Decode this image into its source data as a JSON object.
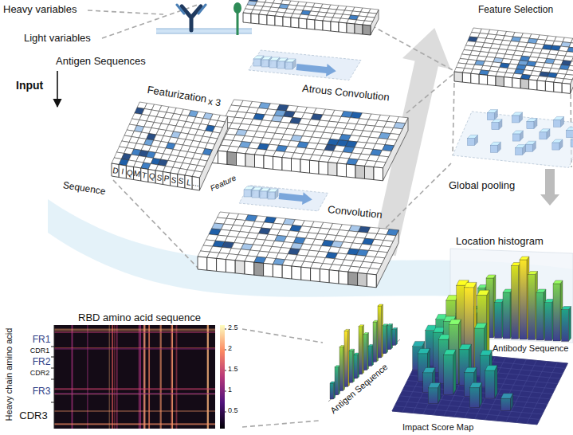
{
  "diagram": {
    "labels": [
      "Heavy variables",
      "Light variables",
      "Antigen Sequences",
      "Input",
      "Featurization",
      "x 3",
      "D",
      "I",
      "Q",
      "M",
      "T",
      "Q",
      "S",
      "P",
      "S",
      "S",
      "L",
      "...",
      "Sequence",
      "Feature",
      "Atrous Convolution",
      "Convolution",
      "Feature Selection",
      "Global pooling",
      "Location histogram",
      "Antibody Sequence",
      "Antigen Sequence",
      "Impact Score Map",
      "RBD amino acid sequence",
      "Heavy chain amino acid",
      "FR1",
      "CDR1",
      "FR2",
      "CDR2",
      "FR3",
      "CDR3",
      "2.5",
      "2",
      "1.5",
      "1",
      "0.5"
    ]
  }
}
